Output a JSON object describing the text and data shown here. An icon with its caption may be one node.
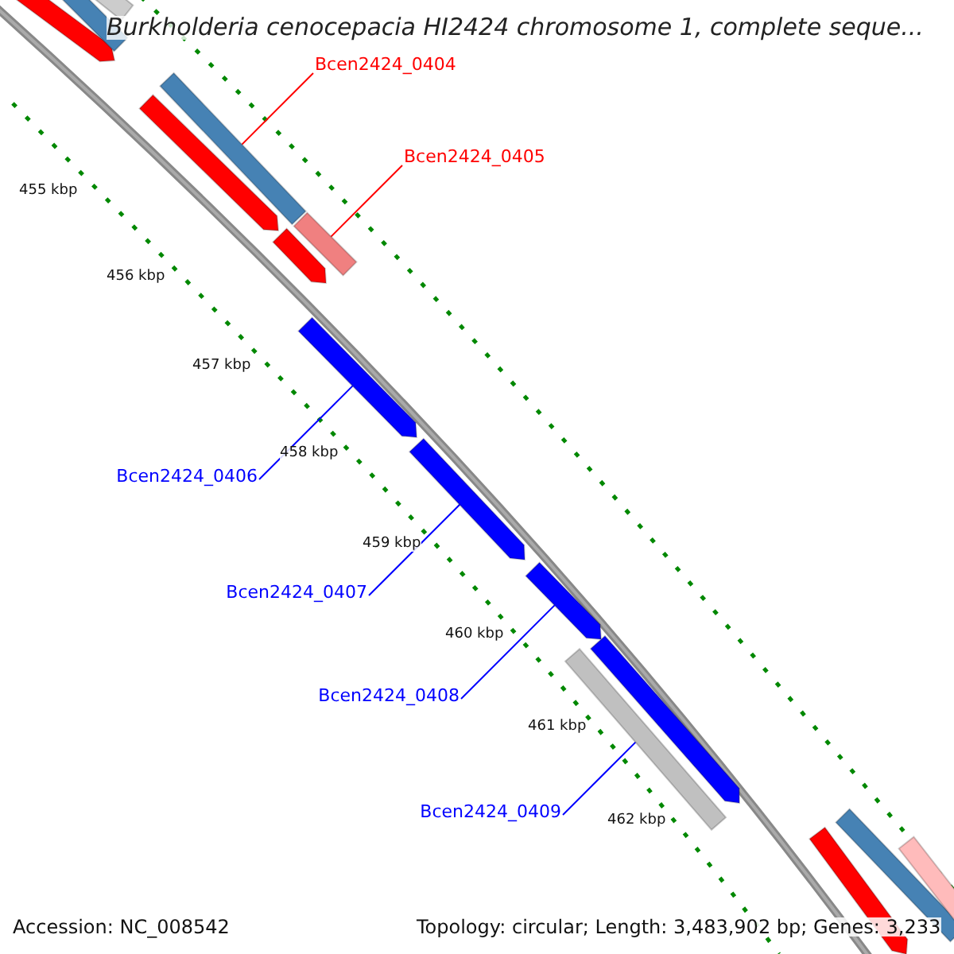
{
  "diagram": {
    "title": "Burkholderia cenocepacia HI2424 chromosome 1, complete seque...",
    "nodes": [
      {
        "text": [],
        "shape": "bar"
      },
      {
        "text": [],
        "shape": "bar"
      },
      {
        "text": [],
        "shape": "bar"
      },
      {
        "text": [
          "Bcen2424_0404"
        ]
      },
      {
        "text": [],
        "shape": "bar"
      },
      {
        "text": [],
        "shape": "bar"
      },
      {
        "text": [
          "Bcen2424_0405"
        ]
      },
      {
        "text": [],
        "shape": "bar"
      },
      {
        "text": [],
        "shape": "bar"
      },
      {
        "text": [],
        "shape": "bar"
      },
      {
        "text": [
          "Bcen2424_0406"
        ]
      },
      {
        "text": [],
        "shape": "bar"
      },
      {
        "text": [
          "Bcen2424_0407"
        ]
      },
      {
        "text": [],
        "shape": "bar"
      },
      {
        "text": [
          "Bcen2424_0408"
        ]
      },
      {
        "text": [],
        "shape": "bar"
      },
      {
        "text": [],
        "shape": "bar"
      },
      {
        "text": [
          "Bcen2424_0409"
        ]
      },
      {
        "text": [],
        "shape": "bar"
      },
      {
        "text": [],
        "shape": "bar"
      },
      {
        "text": [],
        "shape": "bar"
      }
    ],
    "edges": [
      {
        "from": 3,
        "to": 4,
        "arrow": "none",
        "color": "#ff0000"
      },
      {
        "from": 6,
        "to": 7,
        "arrow": "none",
        "color": "#ff0000"
      },
      {
        "from": 10,
        "to": 9,
        "arrow": "none"
      },
      {
        "from": 12,
        "to": 11,
        "arrow": "none"
      },
      {
        "from": 14,
        "to": 13,
        "arrow": "none"
      },
      {
        "from": 17,
        "to": 15,
        "arrow": "none"
      }
    ],
    "labels": [
      "455 kbp",
      "456 kbp",
      "457 kbp",
      "458 kbp",
      "459 kbp",
      "460 kbp",
      "461 kbp",
      "462 kbp",
      "Accession: NC_008542",
      "Topology: circular; Length: 3,483,902 bp; Genes: 3,233"
    ]
  }
}
